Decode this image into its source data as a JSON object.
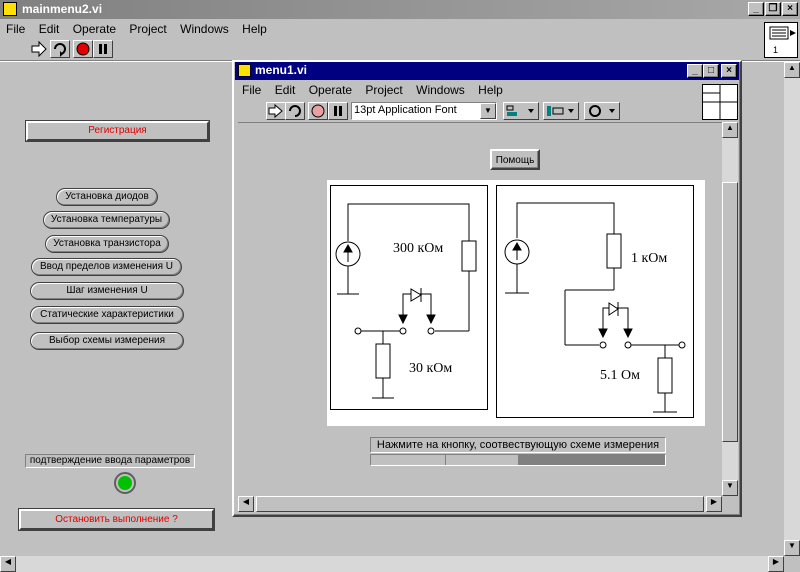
{
  "main_window": {
    "title": "mainmenu2.vi",
    "menu": [
      "File",
      "Edit",
      "Operate",
      "Project",
      "Windows",
      "Help"
    ],
    "connector_label": "1"
  },
  "panel": {
    "register_button": "Регистрация",
    "buttons": [
      "Установка диодов",
      "Установка температуры",
      "Установка транзистора",
      "Ввод пределов изменения U",
      "Шаг изменения U",
      "Статические характеристики",
      "Выбор схемы измерения"
    ],
    "confirm_label": "подтверждение ввода параметров",
    "led_color": "#00c000",
    "stop_button": "Остановить выполнение ?"
  },
  "sub_window": {
    "title": "menu1.vi",
    "menu": [
      "File",
      "Edit",
      "Operate",
      "Project",
      "Windows",
      "Help"
    ],
    "font_select": "13pt Application Font",
    "help_button": "Помощь",
    "schema_left": {
      "r_top": "300 кОм",
      "r_bottom": "30 кОм"
    },
    "schema_right": {
      "r_top": "1 кОм",
      "r_bottom": "5.1 Ом"
    },
    "status_text": "Нажмите на кнопку, соотвествующую схеме измерения",
    "progress": 0.5
  }
}
